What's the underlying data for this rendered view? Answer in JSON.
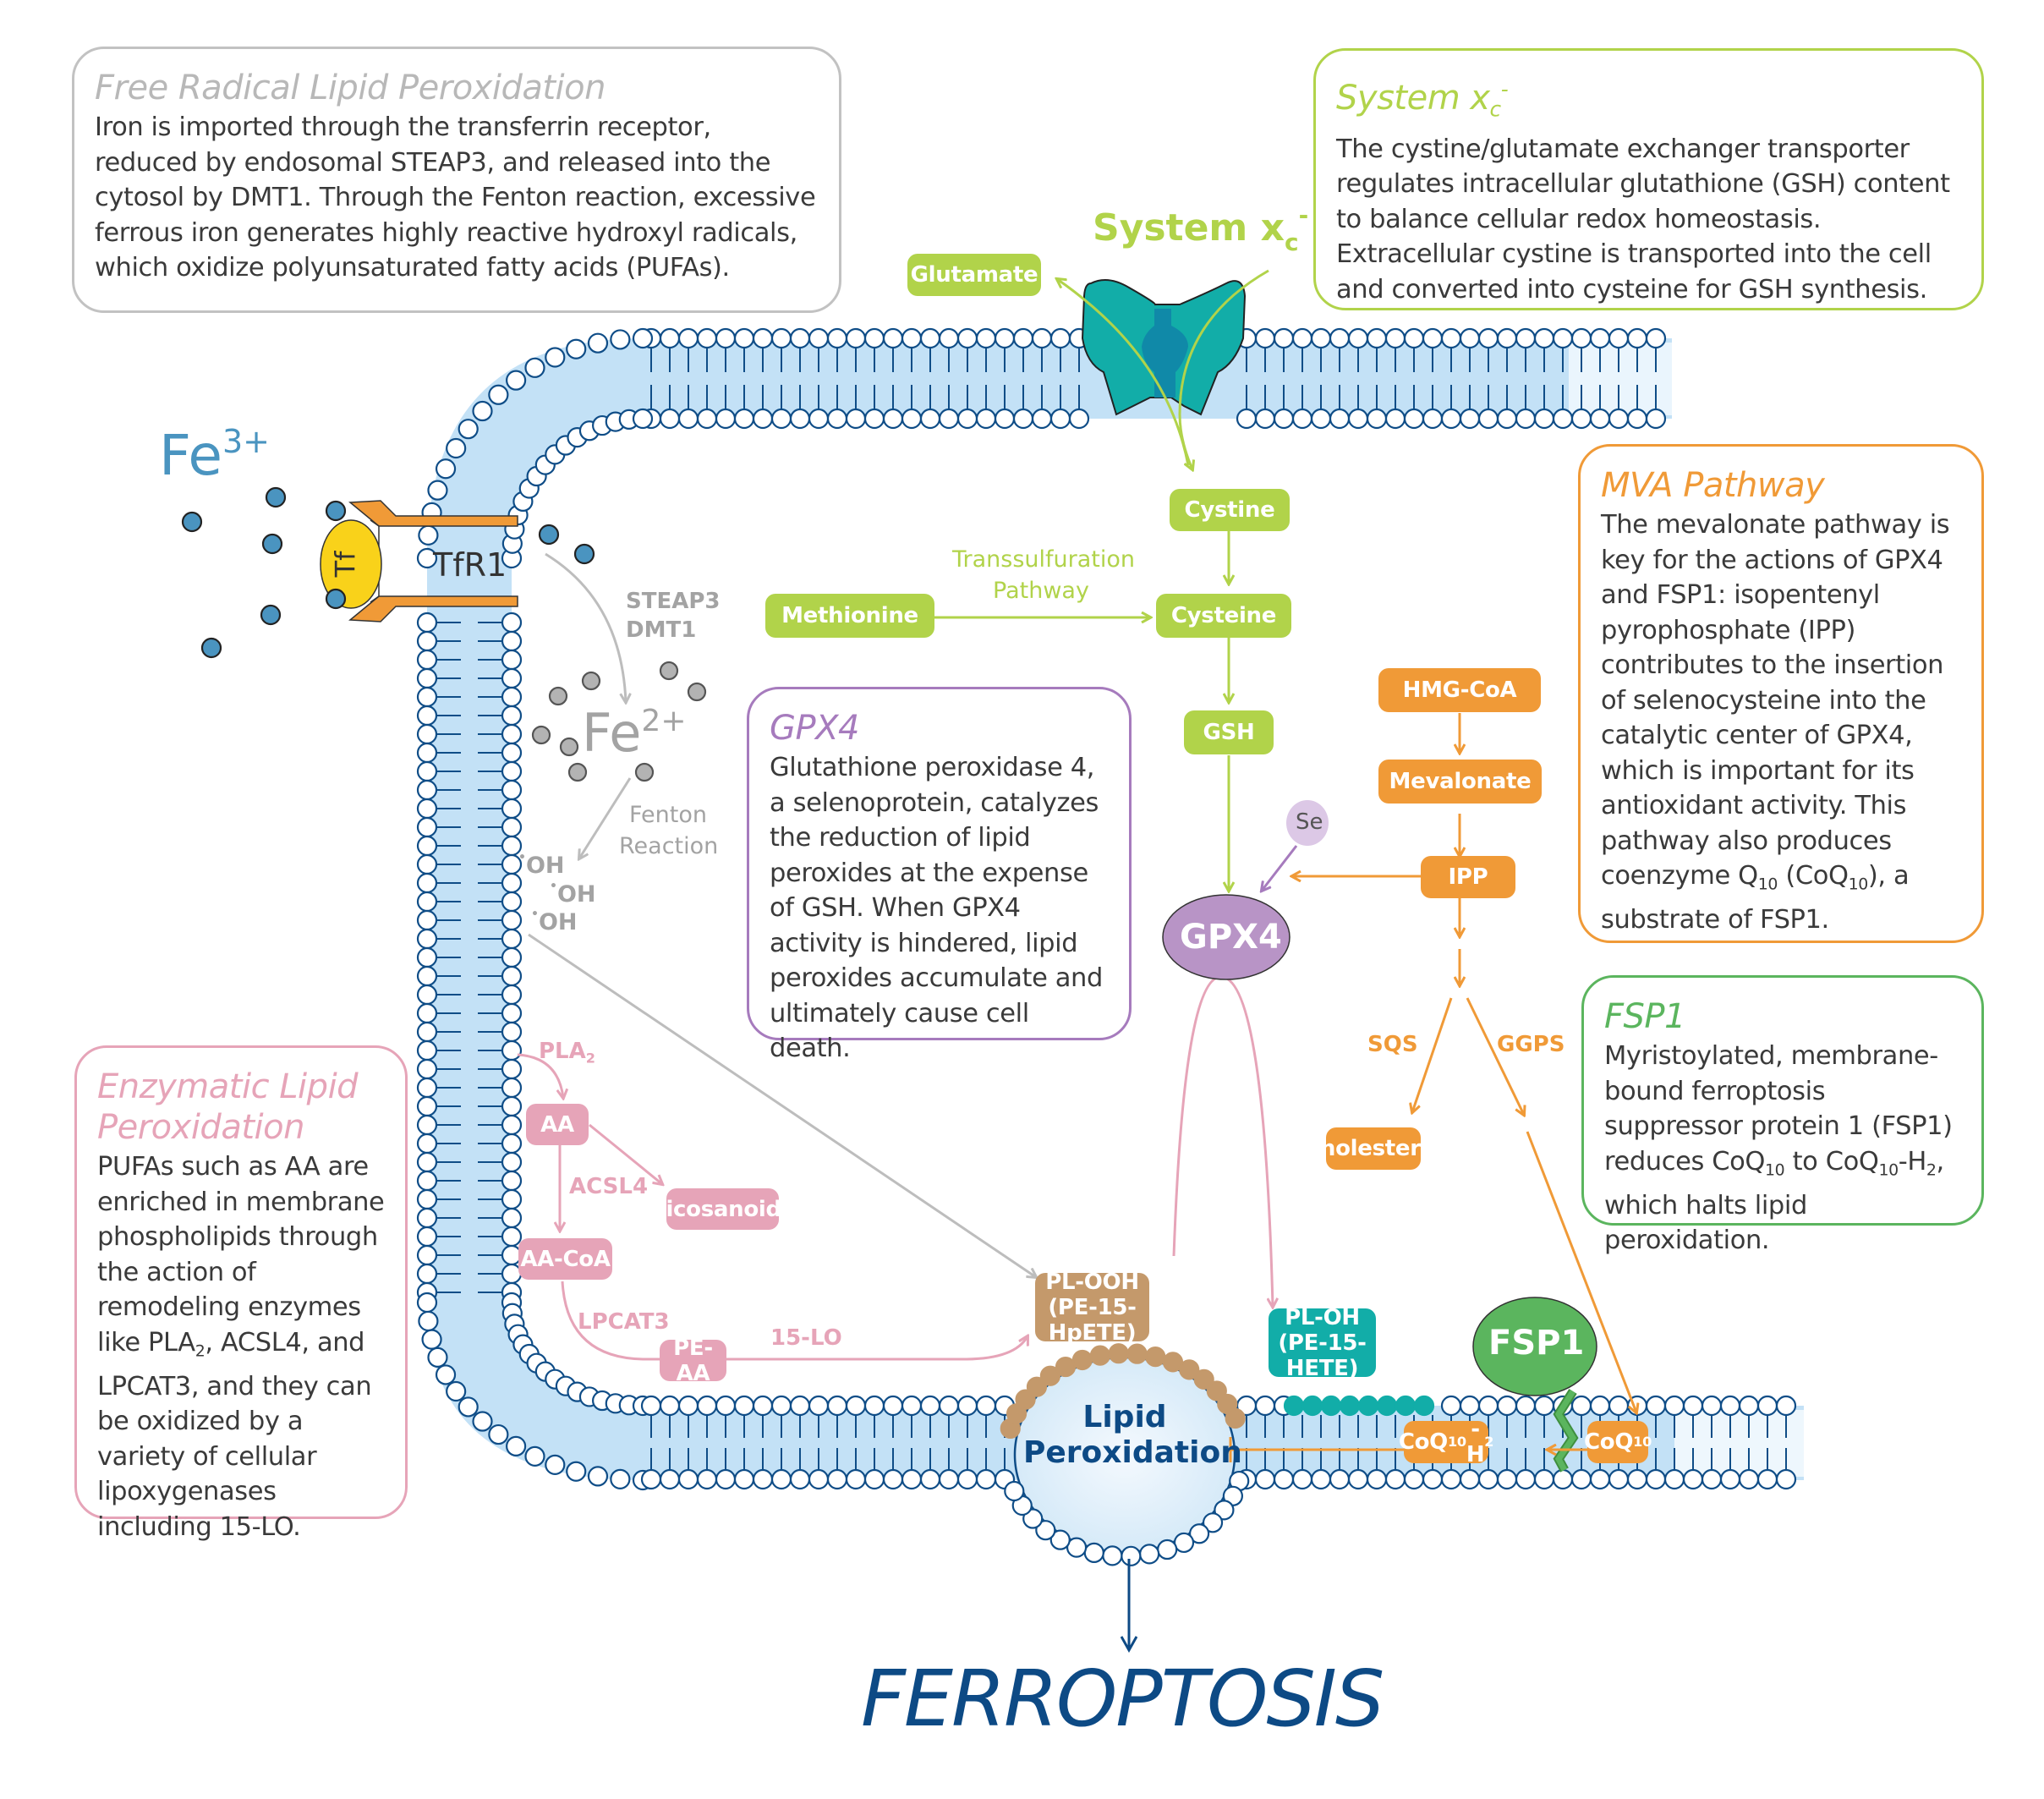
{
  "colors": {
    "membrane_fill": "#c3e1f6",
    "membrane_line": "#0f4d87",
    "system_xc": "#b1d34a",
    "mva": "#f09a37",
    "enzymatic": "#e6a4b8",
    "gpx4": "#b894c6",
    "fsp1": "#5bb55e",
    "free_radical": "#b8b8b8",
    "iron_blue": "#4a94c0",
    "iron_grey": "#b3b3b3",
    "pl_ooh": "#c4996b",
    "pl_oh": "#12ada8",
    "ferroptosis": "#0d4a85",
    "transporter": "#12ada8",
    "transporter_core": "#1089a8",
    "tf": "#f9d21a",
    "tfr1": "#f09a37"
  },
  "info_boxes": {
    "free_radical": {
      "title": "Free Radical Lipid Peroxidation",
      "body": "Iron is imported through the transferrin receptor, reduced by endosomal STEAP3, and released into the cytosol by DMT1. Through the Fenton reaction, excessive ferrous iron generates highly reactive hydroxyl radicals, which oxidize polyunsaturated fatty acids (PUFAs)."
    },
    "system_xc": {
      "title_main": "System x",
      "title_sub": "c",
      "title_sup": "-",
      "body": "The cystine/glutamate exchanger transporter regulates intracellular glutathione (GSH) content to balance cellular redox homeostasis. Extracellular cystine is transported into the cell and converted into cysteine for GSH synthesis."
    },
    "mva": {
      "title": "MVA Pathway",
      "body_a": "The mevalonate pathway is key for the actions of GPX4 and FSP1: isopentenyl pyrophosphate (IPP) contributes to the insertion of selenocysteine into the catalytic center of GPX4, which is important for its antioxidant activity. This pathway also produces coenzyme Q",
      "body_sub1": "10",
      "body_b": " (CoQ",
      "body_sub2": "10",
      "body_c": "), a substrate of FSP1."
    },
    "gpx4": {
      "title": "GPX4",
      "body": "Glutathione peroxidase 4, a selenoprotein, catalyzes the reduction of lipid peroxides at the expense of GSH. When GPX4 activity is hindered, lipid peroxides accumulate and ultimately cause cell death."
    },
    "fsp1": {
      "title": "FSP1",
      "body_a": "Myristoylated, membrane-bound ferroptosis suppressor protein 1 (FSP1) reduces CoQ",
      "body_sub1": "10",
      "body_b": " to CoQ",
      "body_sub2": "10",
      "body_c": "-H",
      "body_sub3": "2",
      "body_d": ", which halts lipid peroxidation."
    },
    "enzymatic": {
      "title": "Enzymatic Lipid Peroxidation",
      "body_a": "PUFAs such as AA are enriched in membrane phospholipids through the action of remodeling enzymes like PLA",
      "body_sub1": "2",
      "body_b": ", ACSL4, and LPCAT3, and they can be oxidized by a variety of cellular lipoxygenases including 15-LO."
    }
  },
  "iron": {
    "fe3_main": "Fe",
    "fe3_charge": "3+",
    "fe2_main": "Fe",
    "fe2_charge": "2+",
    "tf": "Tf",
    "tfr1": "TfR1",
    "steap3": "STEAP3",
    "dmt1": "DMT1",
    "fenton_1": "Fenton",
    "fenton_2": "Reaction",
    "oh_radical": "OH",
    "radical_dot": "•"
  },
  "system_xc_diagram": {
    "label_main": "System x",
    "label_sub": "c",
    "label_sup": "-",
    "glutamate": "Glutamate",
    "cystine": "Cystine",
    "cysteine": "Cysteine",
    "methionine": "Methionine",
    "transsulfuration_1": "Transsulfuration",
    "transsulfuration_2": "Pathway",
    "gsh": "GSH"
  },
  "gpx4_node": {
    "label": "GPX4",
    "selenium": "Se"
  },
  "mva_diagram": {
    "hmg_coa": "HMG-CoA",
    "mevalonate": "Mevalonate",
    "ipp": "IPP",
    "sqs": "SQS",
    "ggps": "GGPS",
    "cholesterol": "Cholesterol"
  },
  "enzymatic_diagram": {
    "pla2_main": "PLA",
    "pla2_sub": "2",
    "aa": "AA",
    "acsl4": "ACSL4",
    "eicosanoids": "Eicosanoids",
    "aa_coa": "AA-CoA",
    "lpcat3": "LPCAT3",
    "pe_aa": "PE-AA",
    "lo15": "15-LO"
  },
  "membrane_products": {
    "pl_ooh_1": "PL-OOH",
    "pl_ooh_2": "(PE-15-HpETE)",
    "pl_oh_1": "PL-OH",
    "pl_oh_2": "(PE-15-HETE)",
    "fsp1": "FSP1",
    "coq10h2_main": "CoQ",
    "coq10h2_sub": "10",
    "coq10h2_mid": "-H",
    "coq10h2_sub2": "2",
    "coq10_main": "CoQ",
    "coq10_sub": "10",
    "lipid_perox_1": "Lipid",
    "lipid_perox_2": "Peroxidation"
  },
  "outcome": {
    "label": "FERROPTOSIS"
  }
}
